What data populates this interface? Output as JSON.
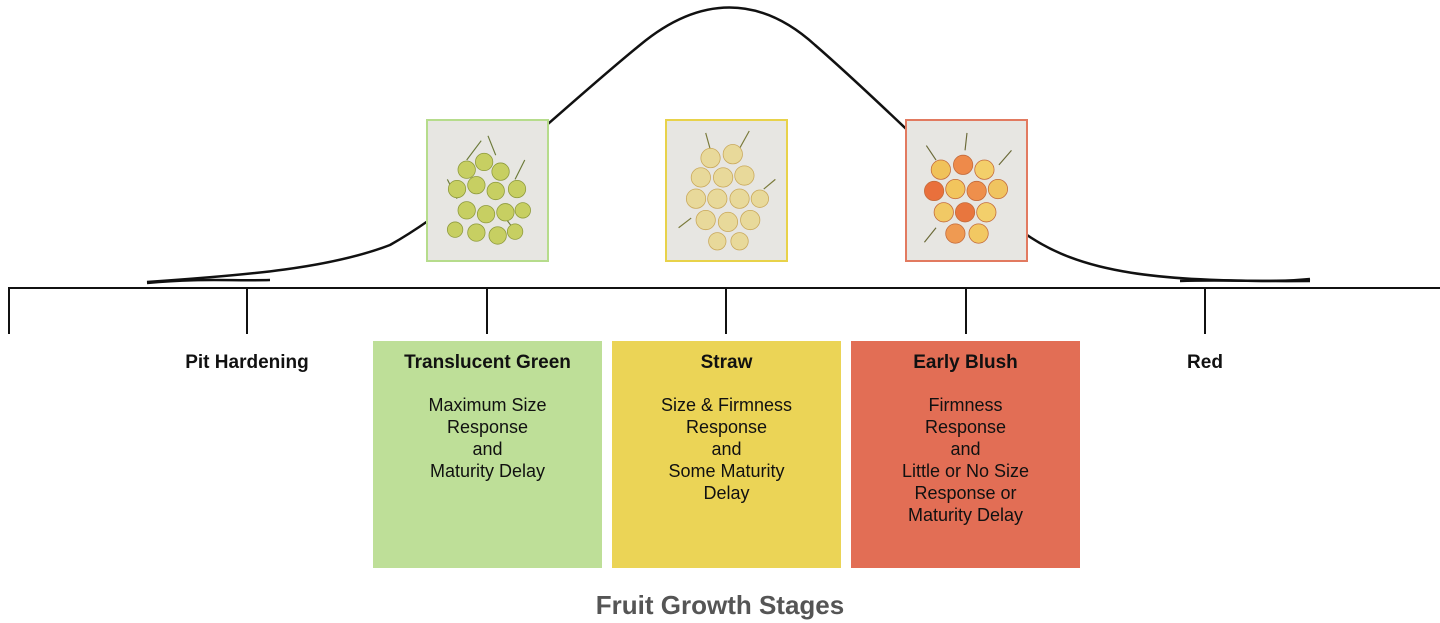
{
  "colors": {
    "green": "#bedf98",
    "green_border": "#a9d07e",
    "yellow": "#ebd456",
    "yellow_border": "#e3c93a",
    "red": "#e26e55",
    "red_border": "#d9674f",
    "line": "#111111",
    "footer_text": "#555555"
  },
  "stages": [
    {
      "label": "Pit Hardening"
    },
    {
      "label": "Translucent Green",
      "lines": [
        "Maximum Size",
        "Response",
        "and",
        "Maturity Delay"
      ],
      "photo": "green-cherries-photo"
    },
    {
      "label": "Straw",
      "lines": [
        "Size & Firmness",
        "Response",
        "and",
        "Some Maturity",
        "Delay"
      ],
      "photo": "straw-cherries-photo"
    },
    {
      "label": "Early Blush",
      "lines": [
        "Firmness",
        "Response",
        "and",
        "Little or No Size",
        "Response or",
        "Maturity Delay"
      ],
      "photo": "blush-cherries-photo"
    },
    {
      "label": "Red"
    }
  ],
  "footer": {
    "title": "Fruit Growth Stages"
  }
}
